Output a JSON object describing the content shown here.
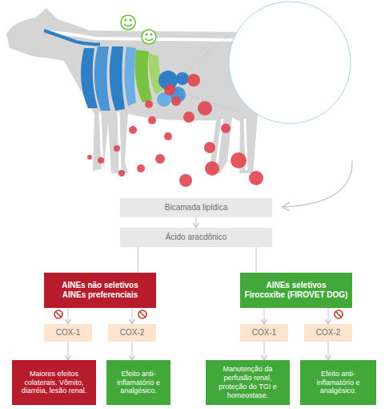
{
  "diagram": {
    "nodes": [
      {
        "text": [
          "Bicamada lipídica"
        ]
      },
      {
        "text": [
          "Ácido aracdônico"
        ]
      },
      {
        "text": [
          "AINEs não seletivos",
          "AINEs preferenciais"
        ]
      },
      {
        "text": [
          "AINEs seletivos",
          "Firocoxibe (FIROVET DOG)"
        ]
      },
      {
        "text": [
          "COX-1"
        ]
      },
      {
        "text": [
          "COX-2"
        ]
      },
      {
        "text": [
          "COX-1"
        ]
      },
      {
        "text": [
          "COX-2"
        ]
      },
      {
        "text": [
          "Maiores efeitos colaterais. Vômito, diarréia, lesão renal."
        ]
      },
      {
        "text": [
          "Efeito anti-inflamatório e analgésico."
        ]
      },
      {
        "text": [
          "Manutenção da perfusão renal, proteção do TGI e homeostase."
        ]
      },
      {
        "text": [
          "Efeito anti-inflamatório e analgésico."
        ]
      }
    ],
    "edges": [
      {
        "from": 0,
        "to": 1,
        "arrow": "to"
      },
      {
        "from": 1,
        "to": 2,
        "arrow": "none"
      },
      {
        "from": 1,
        "to": 3,
        "arrow": "none"
      },
      {
        "from": 2,
        "to": 4,
        "arrow": "to"
      },
      {
        "from": 2,
        "to": 5,
        "arrow": "to"
      },
      {
        "from": 3,
        "to": 6,
        "arrow": "to"
      },
      {
        "from": 3,
        "to": 7,
        "arrow": "to"
      },
      {
        "from": 4,
        "to": 8,
        "arrow": "to"
      },
      {
        "from": 5,
        "to": 9,
        "arrow": "to"
      },
      {
        "from": 6,
        "to": 10,
        "arrow": "to"
      },
      {
        "from": 7,
        "to": 11,
        "arrow": "to"
      }
    ]
  }
}
